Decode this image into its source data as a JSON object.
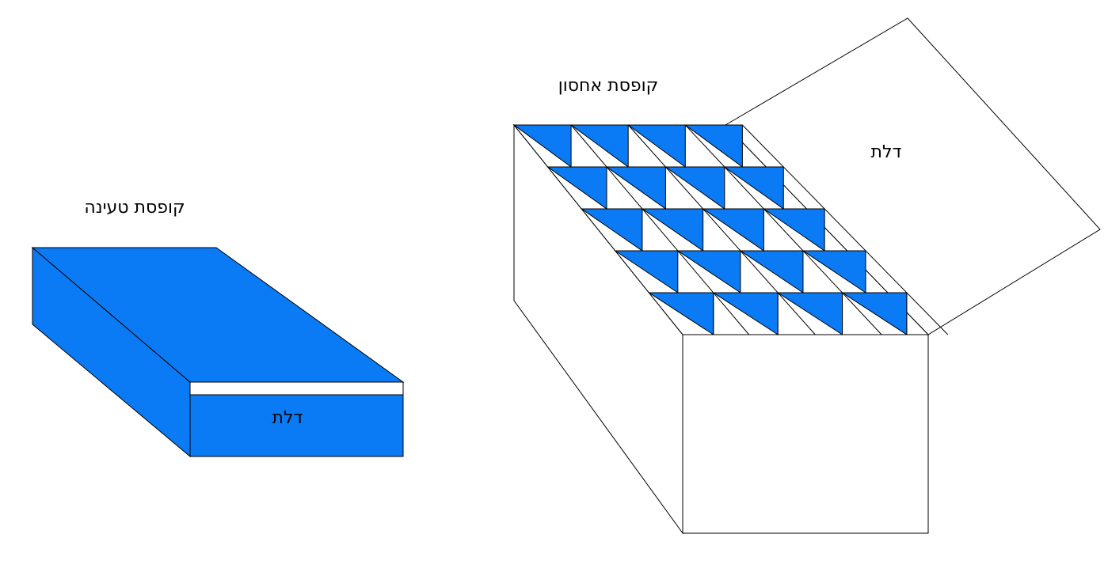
{
  "loading_box": {
    "title": "קופסת טעינה",
    "door_label": "דלת"
  },
  "storage_box": {
    "title": "קופסת אחסון",
    "door_label": "דלת",
    "grid_rows": 5,
    "grid_cols": 4
  },
  "colors": {
    "fill": "#0a7bf5",
    "stroke": "#000000",
    "background": "#ffffff"
  }
}
